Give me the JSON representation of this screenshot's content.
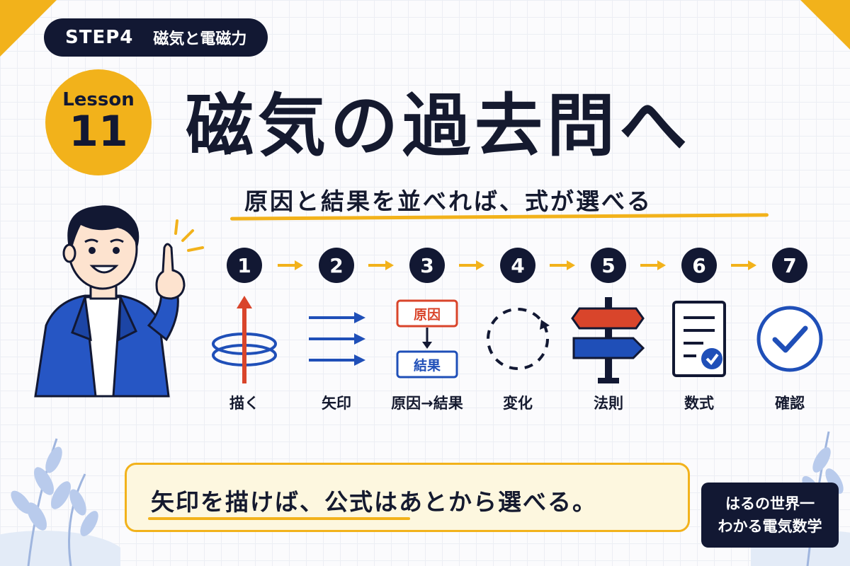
{
  "header": {
    "step": "STEP4",
    "step_title": "磁気と電磁力",
    "lesson_label": "Lesson",
    "lesson_number": "11",
    "title": "磁気の過去問へ",
    "subtitle": "原因と結果を並べれば、式が選べる"
  },
  "steps": [
    {
      "num": "1",
      "label": "描く",
      "icon": "coil-arrow-icon"
    },
    {
      "num": "2",
      "label": "矢印",
      "icon": "arrows-icon"
    },
    {
      "num": "3",
      "label": "原因→結果",
      "icon": "cause-effect-icon",
      "box_top": "原因",
      "box_bottom": "結果"
    },
    {
      "num": "4",
      "label": "変化",
      "icon": "cycle-icon"
    },
    {
      "num": "5",
      "label": "法則",
      "icon": "signpost-icon"
    },
    {
      "num": "6",
      "label": "数式",
      "icon": "document-check-icon"
    },
    {
      "num": "7",
      "label": "確認",
      "icon": "check-circle-icon"
    }
  ],
  "footer": {
    "message": "矢印を描けば、公式はあとから選べる。",
    "brand_line1": "はるの世界一",
    "brand_line2": "わかる電気数学"
  },
  "colors": {
    "accent": "#f2b21b",
    "navy": "#121833",
    "blue": "#1f4fb8",
    "red": "#d9452b"
  }
}
